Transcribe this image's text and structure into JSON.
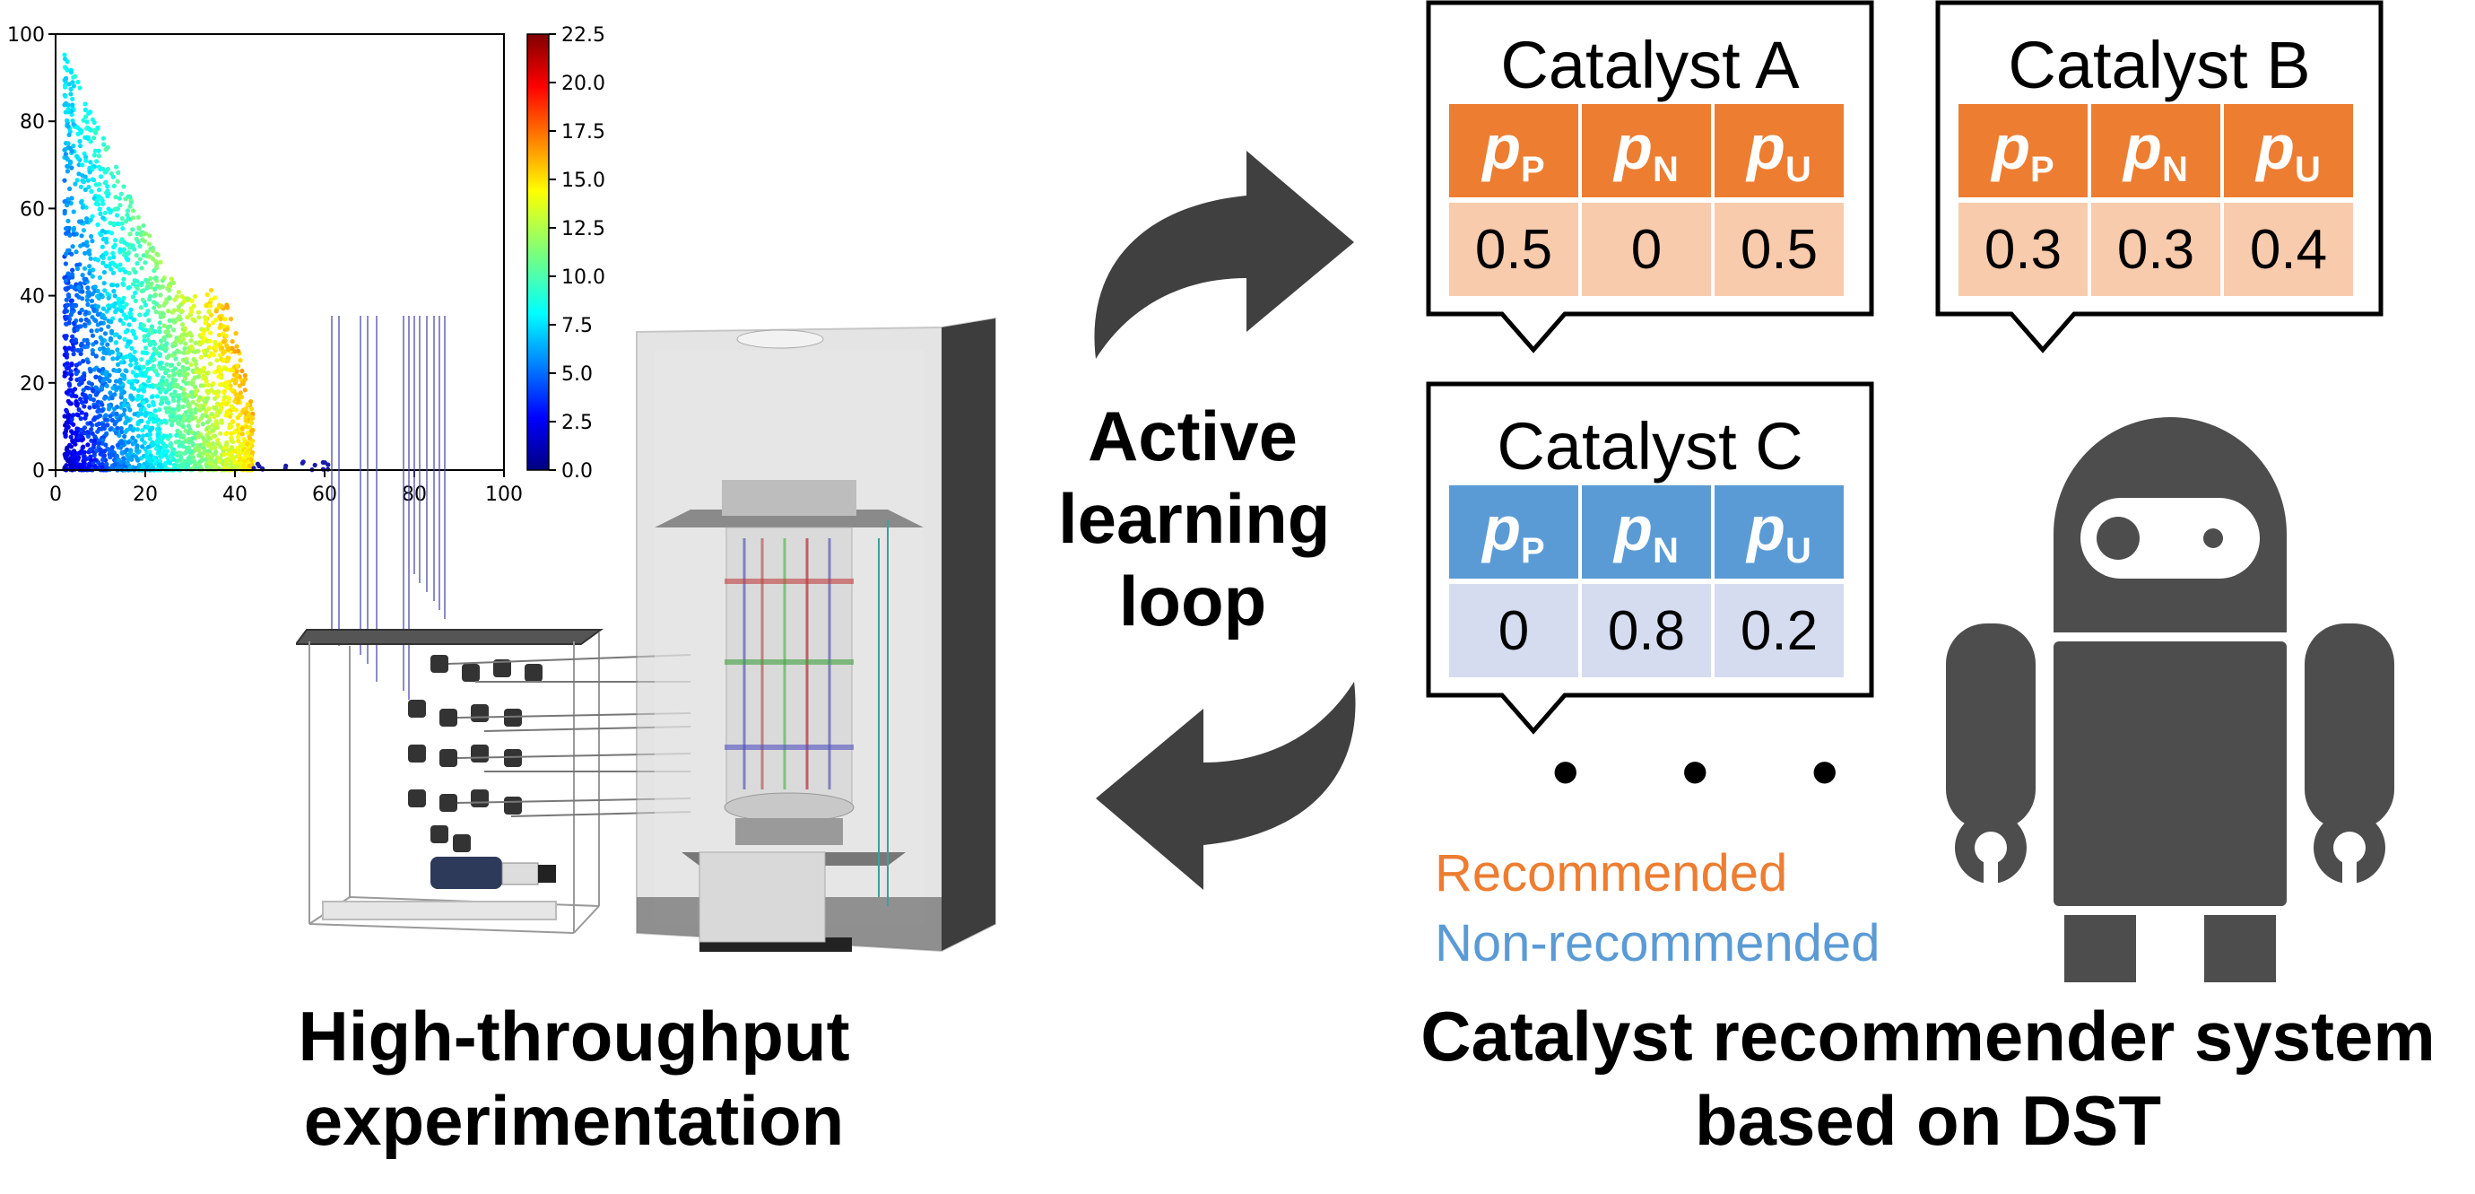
{
  "plot": {
    "x_ticks": [
      "0",
      "20",
      "40",
      "60",
      "80",
      "100"
    ],
    "y_ticks": [
      "0",
      "20",
      "40",
      "60",
      "80",
      "100"
    ],
    "colorbar_ticks": [
      "0.0",
      "2.5",
      "5.0",
      "7.5",
      "10.0",
      "12.5",
      "15.0",
      "17.5",
      "20.0",
      "22.5"
    ]
  },
  "left_caption": [
    "High-throughput",
    "experimentation"
  ],
  "center_caption": [
    "Active",
    "learning",
    "loop"
  ],
  "right_caption": [
    "Catalyst recommender system",
    "based on DST"
  ],
  "catalysts": [
    {
      "title": "Catalyst A",
      "values": [
        "0.5",
        "0",
        "0.5"
      ],
      "kind": "recommended"
    },
    {
      "title": "Catalyst B",
      "values": [
        "0.3",
        "0.3",
        "0.4"
      ],
      "kind": "recommended"
    },
    {
      "title": "Catalyst C",
      "values": [
        "0",
        "0.8",
        "0.2"
      ],
      "kind": "non-recommended"
    }
  ],
  "param_headers": [
    {
      "symbol": "p",
      "sub": "P"
    },
    {
      "symbol": "p",
      "sub": "N"
    },
    {
      "symbol": "p",
      "sub": "U"
    }
  ],
  "ellipsis": "• • •",
  "legend": {
    "recommended": "Recommended",
    "non_recommended": "Non-recommended"
  },
  "colors": {
    "recommended_header": "#ed7d31",
    "recommended_cell": "#f8cbad",
    "nonrecommended_header": "#5b9bd5",
    "nonrecommended_cell": "#d5dcef",
    "recommended_text": "#ed7d31",
    "nonrecommended_text": "#5b9bd5",
    "arrow": "#404040",
    "robot": "#4d4d4d"
  },
  "icons": [
    "curved-arrow-icon",
    "robot-icon"
  ]
}
